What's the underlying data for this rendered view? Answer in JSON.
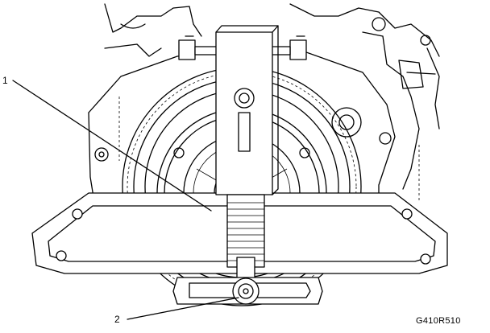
{
  "figure": {
    "callouts": [
      {
        "label": "1"
      },
      {
        "label": "2"
      }
    ],
    "figure_code": "G410R510"
  },
  "colors": {
    "line": "#000000",
    "background": "#ffffff"
  }
}
